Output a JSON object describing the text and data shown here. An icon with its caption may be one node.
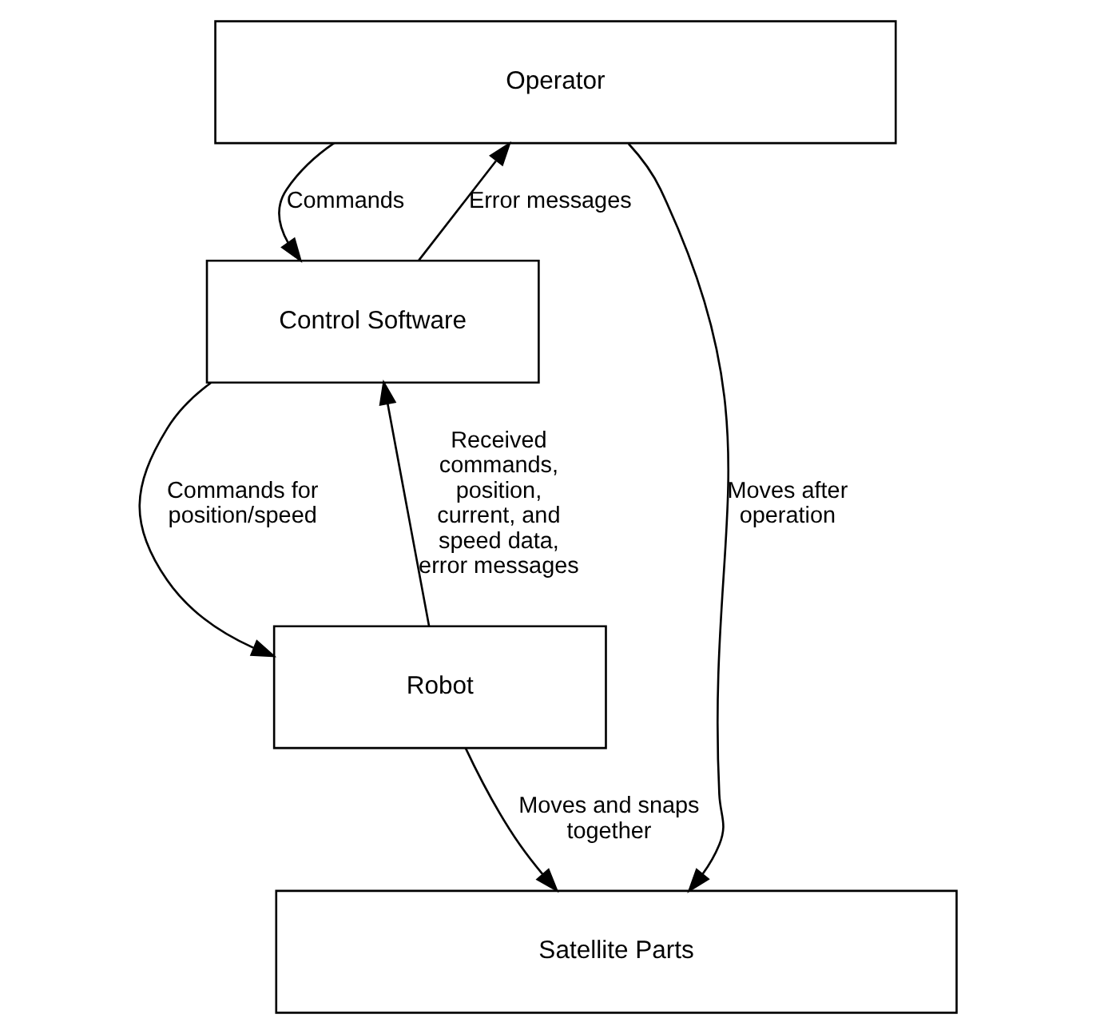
{
  "diagram": {
    "nodes": [
      {
        "text": [
          "Operator"
        ]
      },
      {
        "text": [
          "Control Software"
        ]
      },
      {
        "text": [
          "Robot"
        ]
      },
      {
        "text": [
          "Satellite Parts"
        ]
      }
    ],
    "edges": [
      {
        "from": 0,
        "to": 1,
        "arrow": "to",
        "label": "Commands"
      },
      {
        "from": 1,
        "to": 0,
        "arrow": "to",
        "label": "Error messages"
      },
      {
        "from": 1,
        "to": 2,
        "arrow": "to",
        "label": "Commands for position/speed"
      },
      {
        "from": 2,
        "to": 1,
        "arrow": "to",
        "label": "Received commands, position, current, and speed data, error messages"
      },
      {
        "from": 0,
        "to": 3,
        "arrow": "to",
        "label": "Moves after operation"
      },
      {
        "from": 2,
        "to": 3,
        "arrow": "to",
        "label": "Moves and snaps together"
      }
    ]
  }
}
